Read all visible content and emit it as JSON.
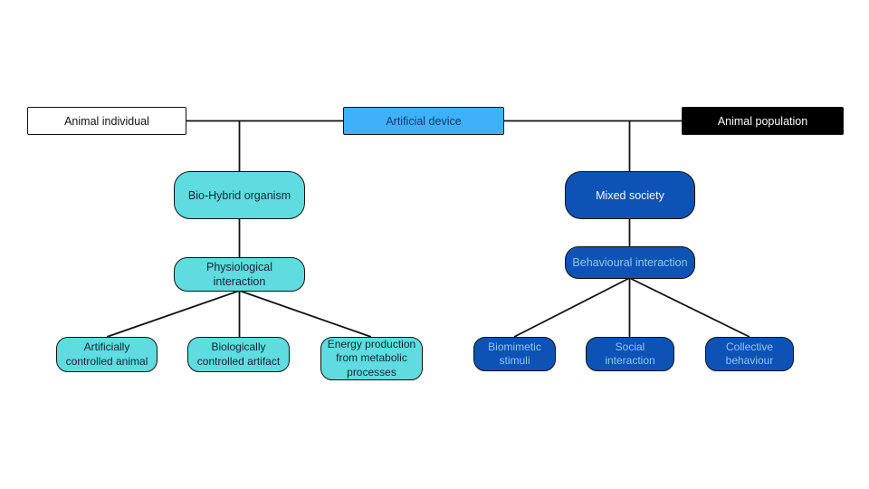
{
  "diagram": {
    "type": "tree",
    "background": "#FFFFFF",
    "line_color": "#111111",
    "nodes": {
      "animal_individual": {
        "label": "Animal individual",
        "fill": "#FFFFFF",
        "text_color": "#111111",
        "shape": "rect"
      },
      "artificial_device": {
        "label": "Artificial device",
        "fill": "#3FB1FB",
        "text_color": "#0D3A66",
        "shape": "rect"
      },
      "animal_population": {
        "label": "Animal population",
        "fill": "#000000",
        "text_color": "#FFFFFF",
        "shape": "rect"
      },
      "bio_hybrid_organism": {
        "label": "Bio-Hybrid organism",
        "fill": "#5EDCDF",
        "text_color": "#0E2638",
        "shape": "rounded"
      },
      "physiological_interaction": {
        "label": "Physiological interaction",
        "fill": "#5EDCDF",
        "text_color": "#0E2638",
        "shape": "rounded"
      },
      "artificially_controlled_animal": {
        "label": "Artificially controlled animal",
        "fill": "#5EDCDF",
        "text_color": "#0E2638",
        "shape": "rounded"
      },
      "biologically_controlled_artifact": {
        "label": "Biologically controlled artifact",
        "fill": "#5EDCDF",
        "text_color": "#0E2638",
        "shape": "rounded"
      },
      "energy_production": {
        "label": "Energy production from metabolic processes",
        "fill": "#5EDCDF",
        "text_color": "#0E2638",
        "shape": "rounded"
      },
      "mixed_society": {
        "label": "Mixed society",
        "fill": "#0D52B5",
        "text_color": "#F2F9FF",
        "shape": "rounded"
      },
      "behavioural_interaction": {
        "label": "Behavioural interaction",
        "fill": "#0D52B5",
        "text_color": "#8CC7F1",
        "shape": "rounded"
      },
      "biomimetic_stimuli": {
        "label": "Biomimetic stimuli",
        "fill": "#0D52B5",
        "text_color": "#8CC7F1",
        "shape": "rounded"
      },
      "social_interaction": {
        "label": "Social interaction",
        "fill": "#0D52B5",
        "text_color": "#8CC7F1",
        "shape": "rounded"
      },
      "collective_behaviour": {
        "label": "Collective behaviour",
        "fill": "#0D52B5",
        "text_color": "#8CC7F1",
        "shape": "rounded"
      }
    },
    "edges": [
      [
        "animal_individual",
        "artificial_device"
      ],
      [
        "artificial_device",
        "animal_population"
      ],
      [
        "animal_individual+artificial_device",
        "bio_hybrid_organism"
      ],
      [
        "bio_hybrid_organism",
        "physiological_interaction"
      ],
      [
        "physiological_interaction",
        "artificially_controlled_animal"
      ],
      [
        "physiological_interaction",
        "biologically_controlled_artifact"
      ],
      [
        "physiological_interaction",
        "energy_production"
      ],
      [
        "artificial_device+animal_population",
        "mixed_society"
      ],
      [
        "mixed_society",
        "behavioural_interaction"
      ],
      [
        "behavioural_interaction",
        "biomimetic_stimuli"
      ],
      [
        "behavioural_interaction",
        "social_interaction"
      ],
      [
        "behavioural_interaction",
        "collective_behaviour"
      ]
    ]
  }
}
